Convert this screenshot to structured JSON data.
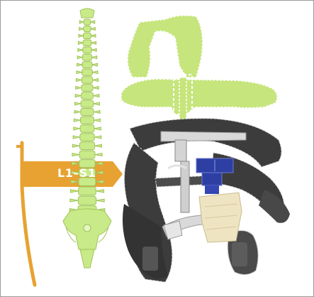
{
  "figure": {
    "segment_label": "L1–S1",
    "colors": {
      "spine": "#c9ea88",
      "spine_outline": "#9fc35a",
      "brace_frame": "#c6e57c",
      "label_marker": "#e8a232",
      "belt": "#3c3c3c",
      "belt_light": "#5a5a5a",
      "blue_block": "#2e3fa3",
      "cream_block": "#efe4c2"
    },
    "icons": [
      "spine-illustration",
      "brace-frame-illustration",
      "lumbar-belt-illustration"
    ]
  }
}
